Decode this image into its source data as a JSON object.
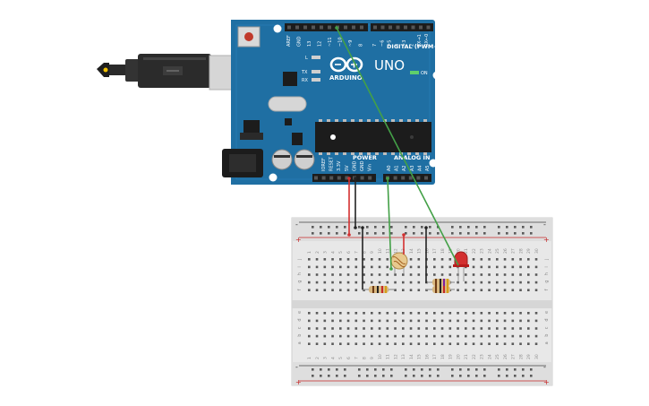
{
  "board": {
    "brand": "ARDUINO",
    "model": "UNO",
    "digital_header": "DIGITAL (PWM~)",
    "power_header": "POWER",
    "analog_header": "ANALOG IN",
    "led_l": "L",
    "led_tx": "TX",
    "led_rx": "RX",
    "led_on": "ON",
    "digital_pins": [
      "AREF",
      "GND",
      "13",
      "12",
      "~11",
      "~10",
      "~9",
      "8",
      "7",
      "~6",
      "~5",
      "4",
      "~3",
      "2",
      "TX→1",
      "RX←0"
    ],
    "power_pins": [
      "IOREF",
      "RESET",
      "3.3V",
      "5V",
      "GND",
      "GND",
      "Vin"
    ],
    "analog_pins": [
      "A0",
      "A1",
      "A2",
      "A3",
      "A4",
      "A5"
    ]
  },
  "breadboard": {
    "rows_top": [
      "j",
      "i",
      "h",
      "g",
      "f"
    ],
    "rows_bottom": [
      "e",
      "d",
      "c",
      "b",
      "a"
    ],
    "columns": [
      "1",
      "2",
      "3",
      "4",
      "5",
      "6",
      "7",
      "8",
      "9",
      "10",
      "11",
      "12",
      "13",
      "14",
      "15",
      "16",
      "17",
      "18",
      "19",
      "20",
      "21",
      "22",
      "23",
      "24",
      "25",
      "26",
      "27",
      "28",
      "29",
      "30"
    ],
    "rail_negative": "-",
    "rail_positive": "+"
  },
  "wire_colors": {
    "power": "#d32f2f",
    "ground": "#222222",
    "signal": "#43a047"
  },
  "components": {
    "led_color": "#d32f2f",
    "photoresistor": "photoresistor",
    "resistor_count": 2
  }
}
